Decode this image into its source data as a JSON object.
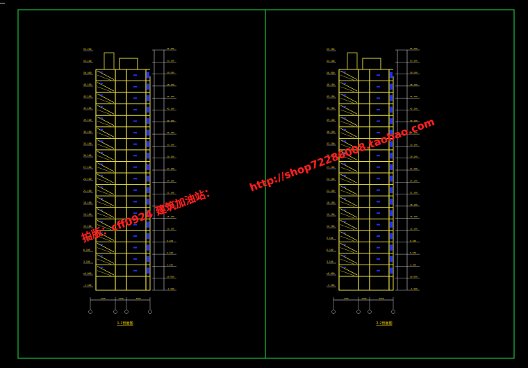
{
  "colors": {
    "background": "#000000",
    "frame": "#1fbf3a",
    "wall": "#e8e040",
    "stair": "#d8d030",
    "window": "#2030ff",
    "dim": "#ffffff",
    "dimtext": "#ffd800",
    "watermark": "#ff2020",
    "title": "#ffd800"
  },
  "watermark": {
    "left": "拍版：cff0924  建筑加油站：",
    "right": "http://shop72286008.taobao.com"
  },
  "drawings": [
    {
      "title": "1-1剖面图",
      "floors": 18,
      "dims_bottom": [
        "7300",
        "2400",
        "4500"
      ],
      "elevations": [
        "55.200",
        "53.100",
        "50.500",
        "48.100",
        "45.100",
        "42.100",
        "39.100",
        "36.100",
        "33.100",
        "30.100",
        "27.100",
        "24.100",
        "21.100",
        "18.100",
        "15.100",
        "12.100",
        "9.100",
        "6.100",
        "3.100",
        "±0.000",
        "-1.500"
      ]
    },
    {
      "title": "2-2剖面图",
      "floors": 18,
      "dims_bottom": [
        "7300",
        "2400",
        "4500"
      ],
      "elevations": [
        "55.200",
        "53.100",
        "50.500",
        "48.100",
        "45.100",
        "42.100",
        "39.100",
        "36.100",
        "33.100",
        "30.100",
        "27.100",
        "24.100",
        "21.100",
        "18.100",
        "15.100",
        "12.100",
        "9.100",
        "6.100",
        "3.100",
        "±0.000",
        "-1.500"
      ]
    }
  ]
}
